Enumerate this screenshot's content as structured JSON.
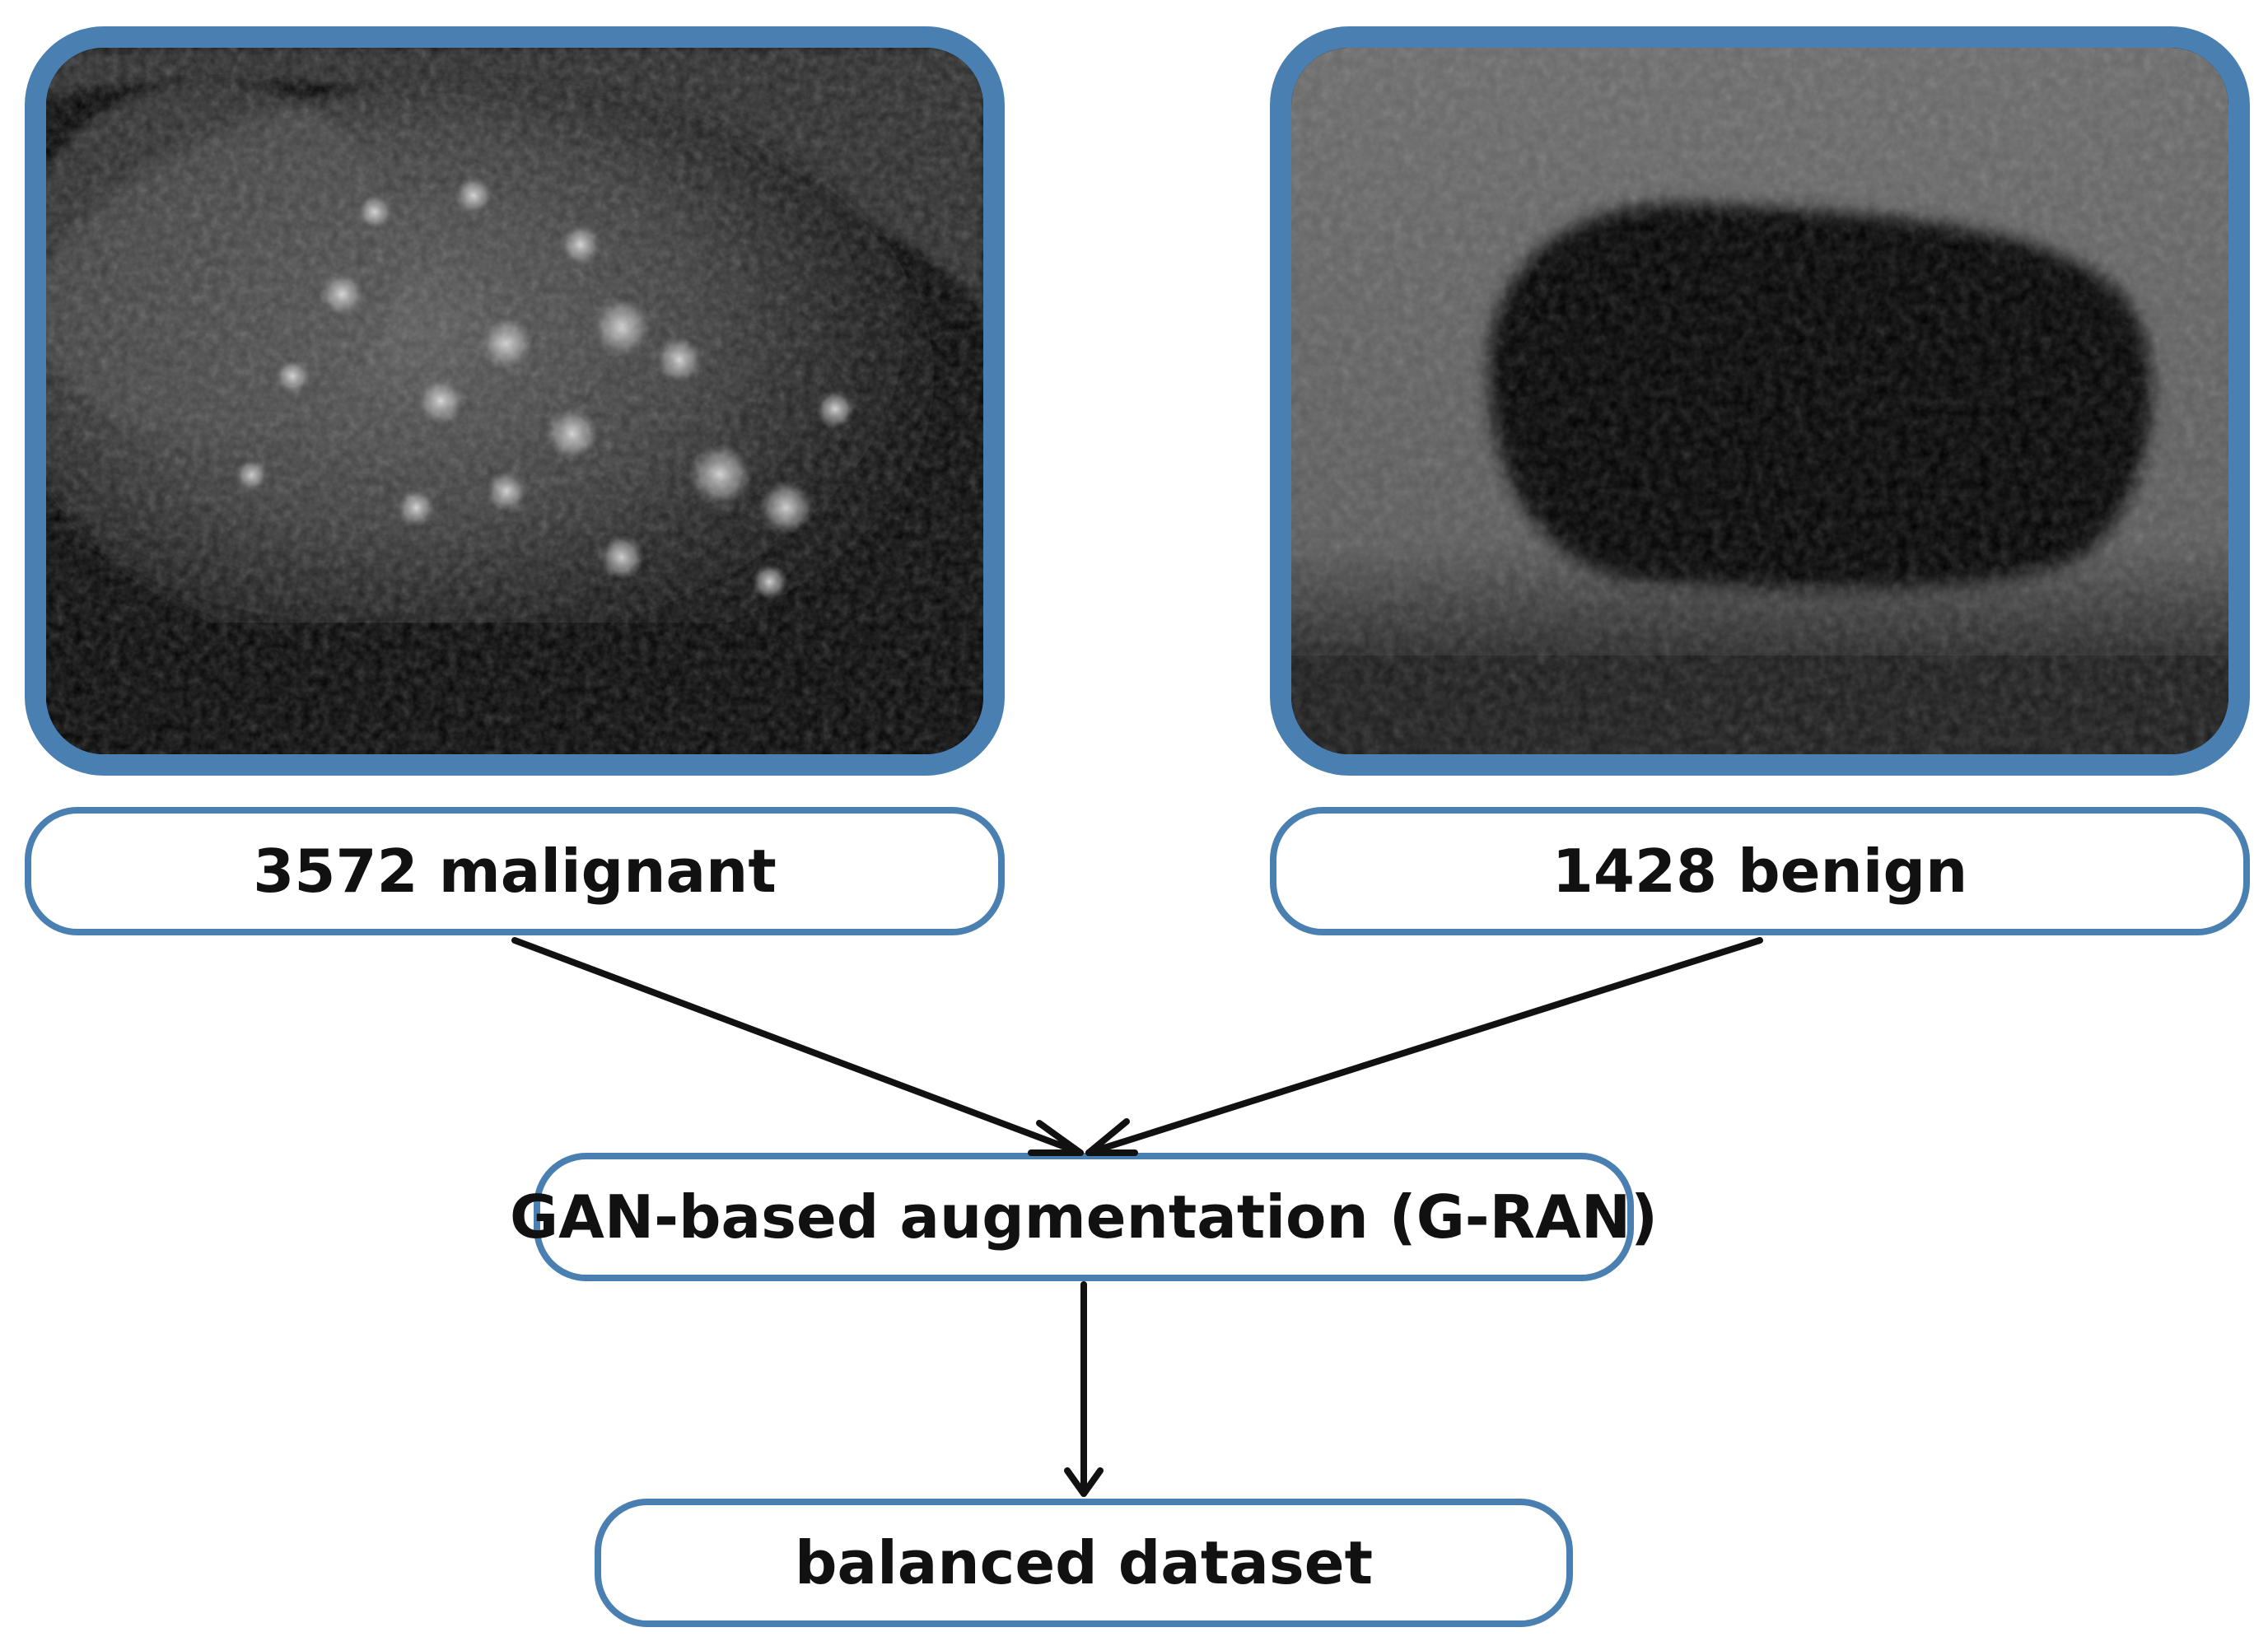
{
  "nodes": {
    "malignant_label": "3572 malignant",
    "benign_label": "1428 benign",
    "augmentation_label": "GAN-based augmentation (G-RAN)",
    "output_label": "balanced dataset"
  },
  "images": {
    "left": "ultrasound-malignant-image",
    "right": "ultrasound-benign-image"
  },
  "colors": {
    "border": "#4a7fb1",
    "arrow": "#111111",
    "text": "#111111"
  }
}
